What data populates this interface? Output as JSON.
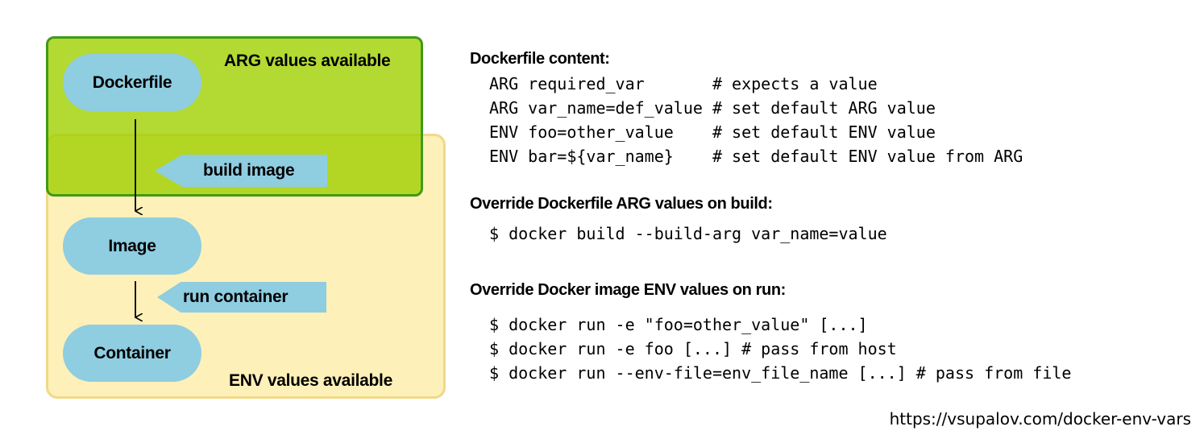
{
  "diagram": {
    "arg_zone_label": "ARG values available",
    "env_zone_label": "ENV values available",
    "nodes": {
      "dockerfile": "Dockerfile",
      "image": "Image",
      "container": "Container"
    },
    "actions": {
      "build": "build image",
      "run": "run container"
    },
    "colors": {
      "arg_zone_fill": "#a0cf00",
      "arg_zone_border": "#3f9a18",
      "env_zone_fill": "#fdf0b8",
      "env_zone_border": "#f1d889",
      "node_fill": "#8fcde0"
    }
  },
  "sections": {
    "dockerfile_content": {
      "heading": "Dockerfile content:",
      "lines": [
        "ARG required_var       # expects a value",
        "ARG var_name=def_value # set default ARG value",
        "ENV foo=other_value    # set default ENV value",
        "ENV bar=${var_name}    # set default ENV value from ARG"
      ]
    },
    "build_override": {
      "heading": "Override Dockerfile ARG values on build:",
      "lines": [
        "$ docker build --build-arg var_name=value"
      ]
    },
    "run_override": {
      "heading": "Override Docker image ENV values on run:",
      "lines": [
        "$ docker run -e \"foo=other_value\" [...]",
        "$ docker run -e foo [...] # pass from host",
        "$ docker run --env-file=env_file_name [...] # pass from file"
      ]
    }
  },
  "footer": {
    "url": "https://vsupalov.com/docker-env-vars"
  }
}
